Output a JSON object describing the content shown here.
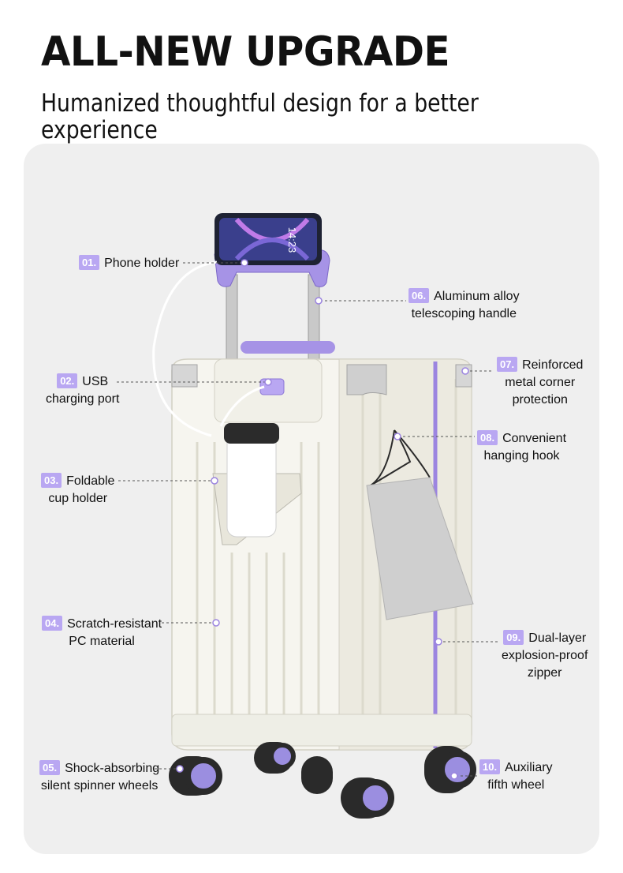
{
  "header": {
    "title": "ALL-NEW UPGRADE",
    "subtitle": "Humanized thoughtful design for a better experience"
  },
  "phone": {
    "time": "14:23"
  },
  "colors": {
    "accent": "#b9a7f2",
    "zipper": "#9c85e0",
    "panel": "#efefef",
    "wheel": "#9b8ee0"
  },
  "callouts": [
    {
      "num": "01.",
      "l1": "Phone holder",
      "l2": ""
    },
    {
      "num": "02.",
      "l1": "USB",
      "l2": "charging port"
    },
    {
      "num": "03.",
      "l1": "Foldable",
      "l2": "cup holder"
    },
    {
      "num": "04.",
      "l1": "Scratch-resistant",
      "l2": "PC material"
    },
    {
      "num": "05.",
      "l1": "Shock-absorbing",
      "l2": "silent spinner wheels"
    },
    {
      "num": "06.",
      "l1": "Aluminum alloy",
      "l2": "telescoping handle"
    },
    {
      "num": "07.",
      "l1": "Reinforced",
      "l2": "metal corner",
      "l3": "protection"
    },
    {
      "num": "08.",
      "l1": "Convenient",
      "l2": "hanging hook"
    },
    {
      "num": "09.",
      "l1": "Dual-layer",
      "l2": "explosion-proof",
      "l3": "zipper"
    },
    {
      "num": "10.",
      "l1": "Auxiliary",
      "l2": "fifth wheel"
    }
  ]
}
